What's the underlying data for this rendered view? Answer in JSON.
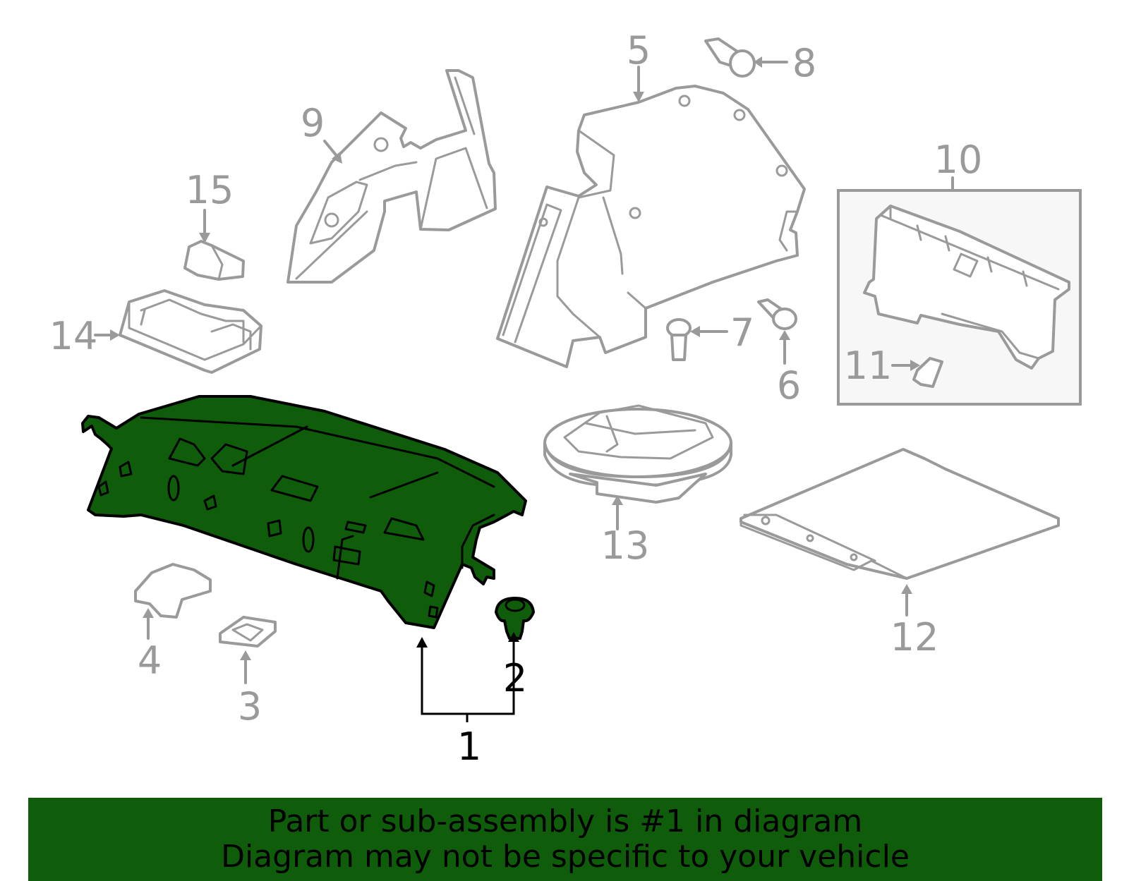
{
  "colors": {
    "highlight": "#0f5c0a",
    "banner": "#0f5c0a",
    "line_gray": "#9a9a9a",
    "callout_gray": "#9a9a9a",
    "callout_black": "#000000",
    "inset_background": "#f7f7f7"
  },
  "callouts": {
    "c1": "1",
    "c2": "2",
    "c3": "3",
    "c4": "4",
    "c5": "5",
    "c6": "6",
    "c7": "7",
    "c8": "8",
    "c9": "9",
    "c10": "10",
    "c11": "11",
    "c12": "12",
    "c13": "13",
    "c14": "14",
    "c15": "15"
  },
  "banner": {
    "line1": "Part or sub-assembly is #1 in diagram",
    "line2": "Diagram may not be specific to your vehicle"
  }
}
